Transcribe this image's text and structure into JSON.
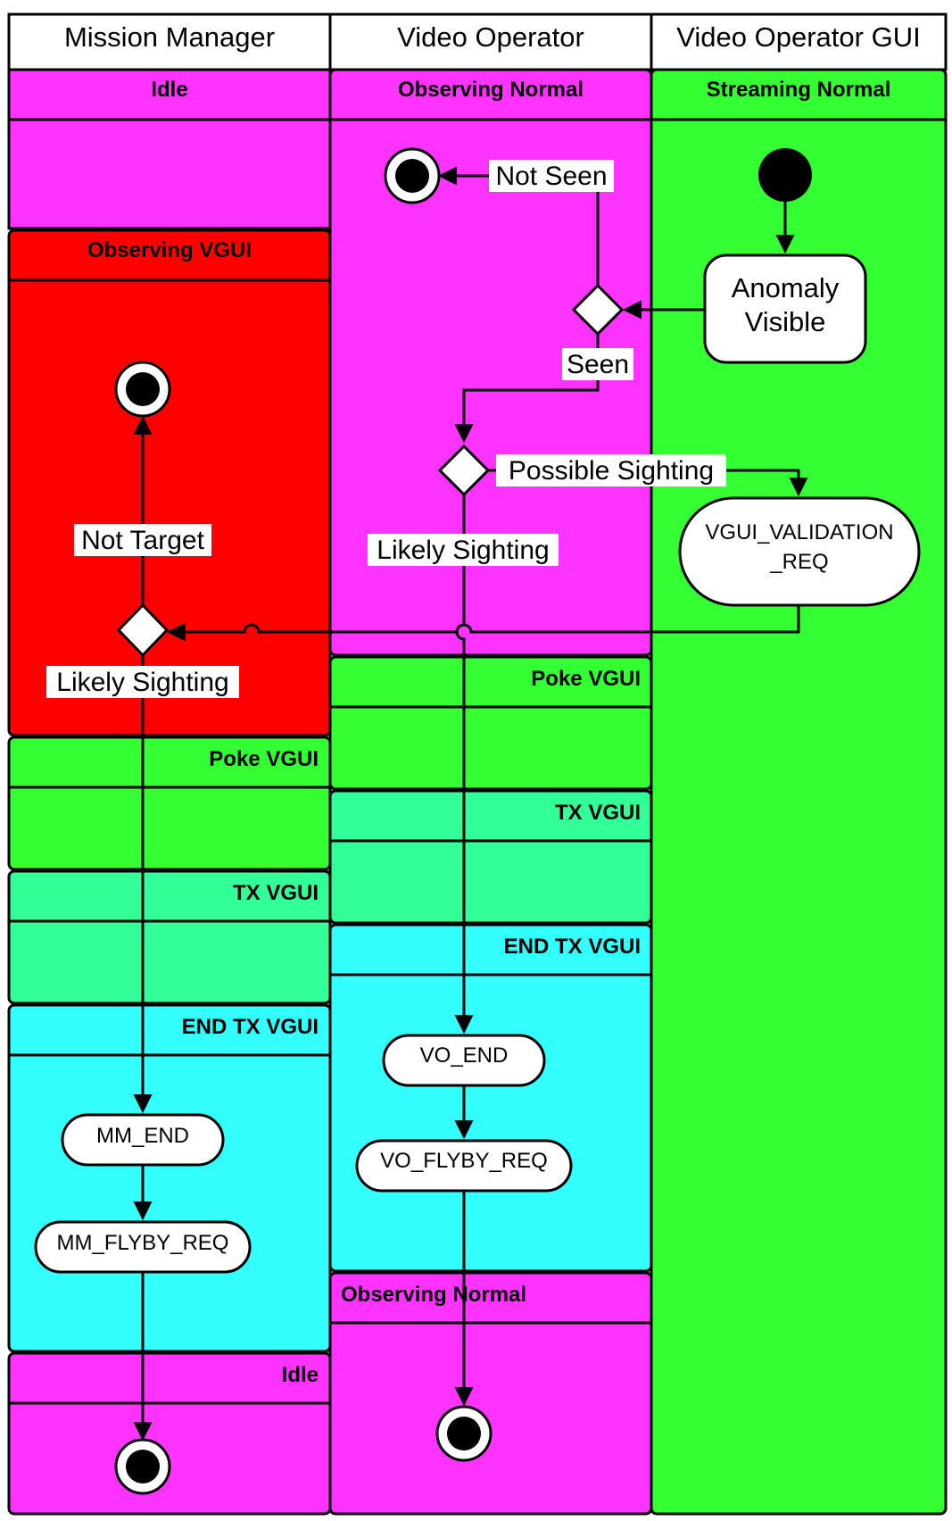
{
  "lanes": {
    "mission_manager": "Mission Manager",
    "video_operator": "Video Operator",
    "video_operator_gui": "Video Operator GUI"
  },
  "states": {
    "mm_idle_top": "Idle",
    "mm_observing_vgui": "Observing VGUI",
    "mm_poke_vgui": "Poke VGUI",
    "mm_tx_vgui": "TX VGUI",
    "mm_end_tx_vgui": "END TX VGUI",
    "mm_idle_bottom": "Idle",
    "vo_observing_normal_top": "Observing Normal",
    "vo_poke_vgui": "Poke VGUI",
    "vo_tx_vgui": "TX VGUI",
    "vo_end_tx_vgui": "END TX VGUI",
    "vo_observing_normal_bottom": "Observing Normal",
    "gui_streaming_normal": "Streaming Normal"
  },
  "nodes": {
    "anomaly_visible_line1": "Anomaly",
    "anomaly_visible_line2": "Visible",
    "vgui_validation_req_line1": "VGUI_VALIDATION",
    "vgui_validation_req_line2": "_REQ",
    "vo_end": "VO_END",
    "vo_flyby_req": "VO_FLYBY_REQ",
    "mm_end": "MM_END",
    "mm_flyby_req": "MM_FLYBY_REQ"
  },
  "edge_labels": {
    "not_seen": "Not Seen",
    "seen": "Seen",
    "possible_sighting": "Possible Sighting",
    "likely_sighting_vo": "Likely Sighting",
    "not_target": "Not Target",
    "likely_sighting_mm": "Likely Sighting"
  },
  "colors": {
    "magenta": "#ff33ff",
    "red": "#ff0000",
    "green": "#33ff33",
    "teal": "#33ff99",
    "cyan": "#33ffff",
    "white": "#ffffff",
    "black": "#000000"
  }
}
